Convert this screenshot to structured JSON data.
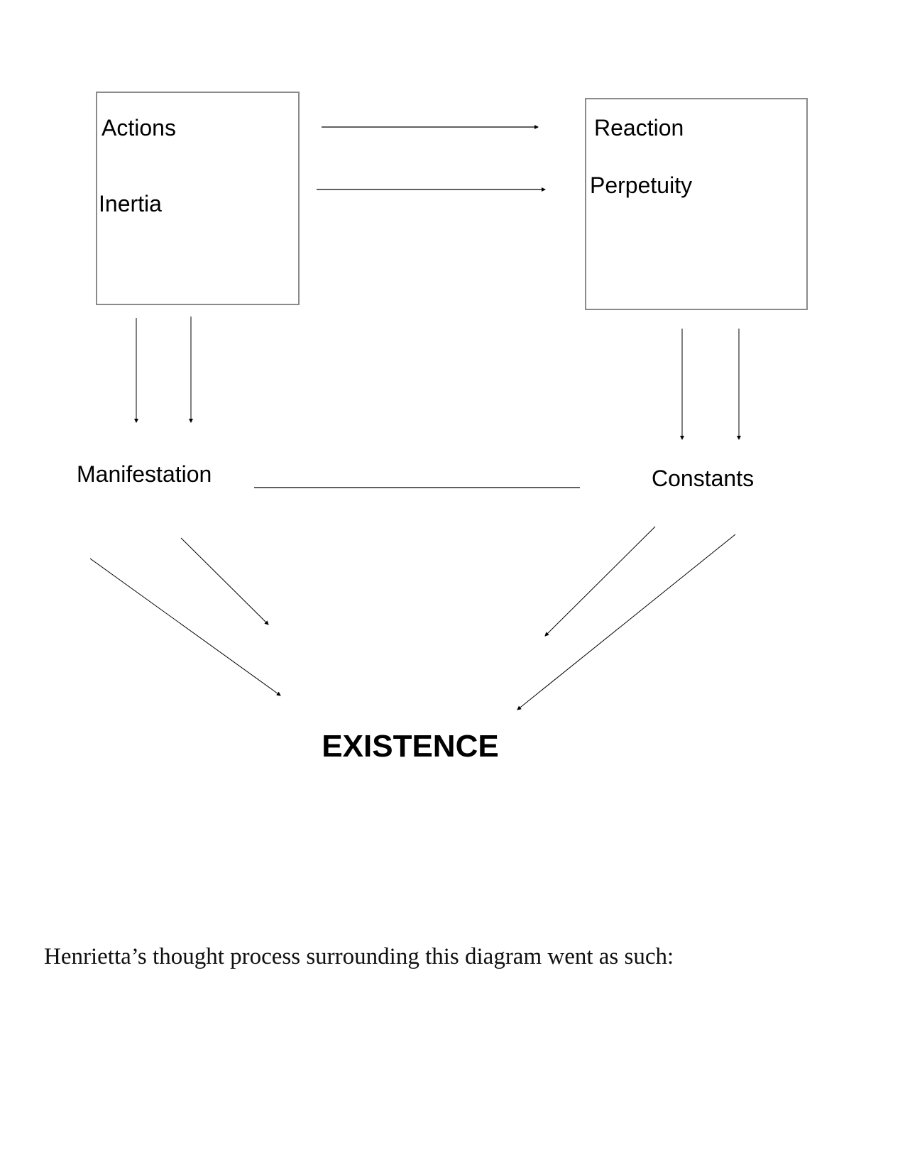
{
  "diagram": {
    "boxes": [
      {
        "id": "left",
        "labels": [
          "Actions",
          "Inertia"
        ]
      },
      {
        "id": "right",
        "labels": [
          "Reaction",
          "Perpetuity"
        ]
      }
    ],
    "nodes": {
      "manifestation": "Manifestation",
      "constants": "Constants",
      "existence": "EXISTENCE"
    },
    "colors": {
      "box_border": "#8a8a8a",
      "line": "#000000"
    }
  },
  "text": {
    "paragraph": "Henrietta’s thought process surrounding this diagram went as such:"
  }
}
